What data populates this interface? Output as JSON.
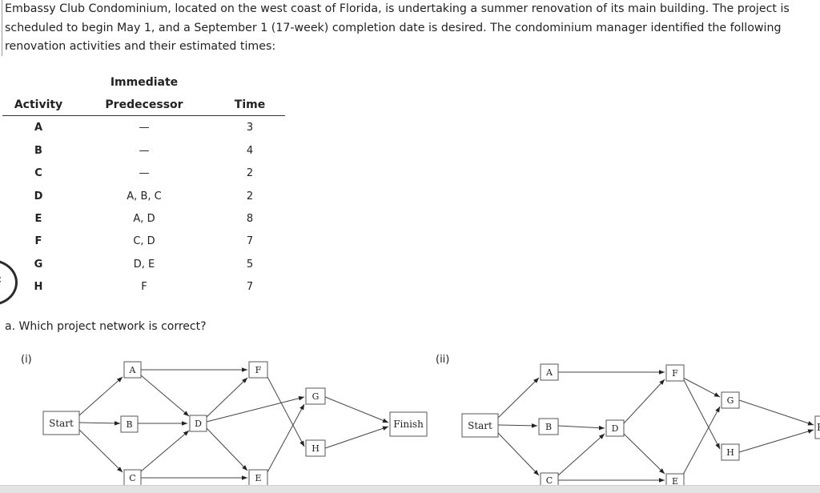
{
  "intro": {
    "line1": "Embassy Club Condominium, located on the west coast of Florida, is undertaking a summer renovation of its main building. The project is",
    "line2": "scheduled to begin May 1, and a September 1 (17-week) completion date is desired. The condominium manager identified the following",
    "line3": "renovation activities and their estimated times:"
  },
  "table": {
    "header_immediate": "Immediate",
    "header_activity": "Activity",
    "header_predecessor": "Predecessor",
    "header_time": "Time",
    "rows": [
      {
        "activity": "A",
        "predecessor": "—",
        "time": "3"
      },
      {
        "activity": "B",
        "predecessor": "—",
        "time": "4"
      },
      {
        "activity": "C",
        "predecessor": "—",
        "time": "2"
      },
      {
        "activity": "D",
        "predecessor": "A, B, C",
        "time": "2"
      },
      {
        "activity": "E",
        "predecessor": "A, D",
        "time": "8"
      },
      {
        "activity": "F",
        "predecessor": "C, D",
        "time": "7"
      },
      {
        "activity": "G",
        "predecessor": "D, E",
        "time": "5"
      },
      {
        "activity": "H",
        "predecessor": "F",
        "time": "7"
      }
    ]
  },
  "question": "a. Which project network is correct?",
  "networks": {
    "label_i": "(i)",
    "label_ii": "(ii)",
    "nodes": {
      "start": "Start",
      "finish": "Finish",
      "finish_partial": "F:",
      "a": "A",
      "b": "B",
      "c": "C",
      "d": "D",
      "e": "E",
      "f": "F",
      "g": "G",
      "h": "H"
    }
  }
}
